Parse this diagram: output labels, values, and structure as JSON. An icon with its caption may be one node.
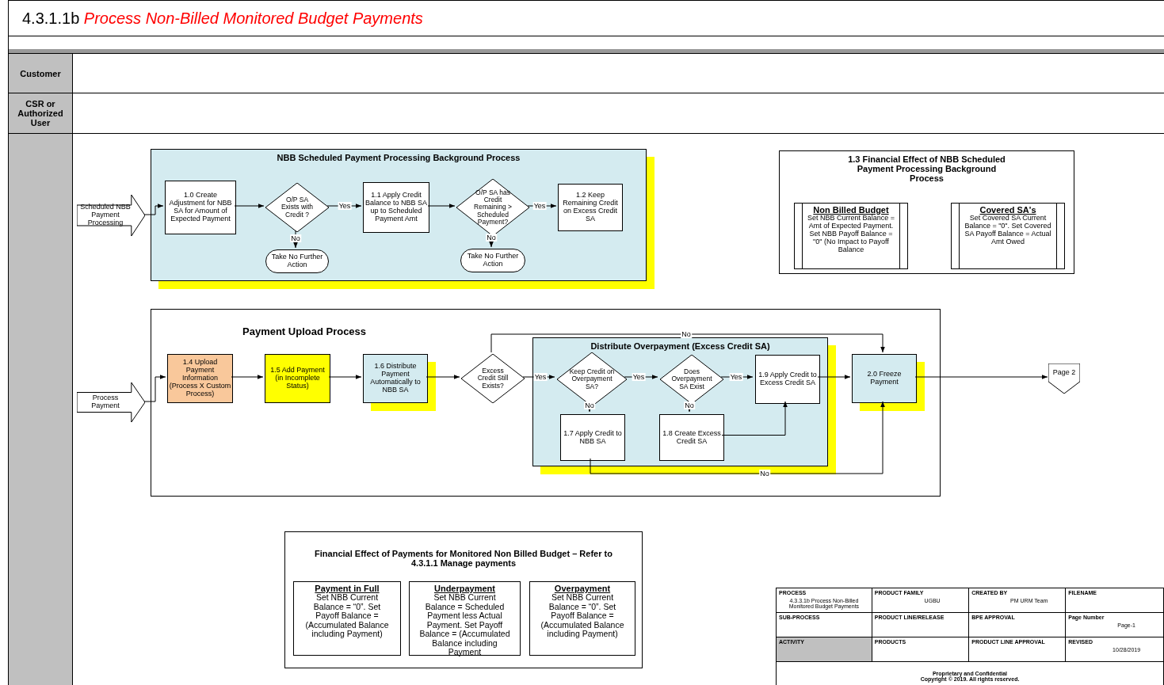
{
  "diagram": {
    "title": "4.3.1.1b *Process Non-Billed Monitored Budget Payments*",
    "nodes": [
      {
        "text": [
          "Customer"
        ]
      },
      {
        "text": [
          "CSR or Authorized User"
        ]
      },
      {
        "text": [],
        "shape": "box"
      },
      {
        "text": [
          "NBB Scheduled Payment Processing Background Process"
        ],
        "in": 2
      },
      {
        "text": [
          "Scheduled NBB Payment Processing"
        ],
        "in": 2
      },
      {
        "text": [
          "1.0 Create Adjustment for NBB SA for Amount of Expected Payment"
        ],
        "in": 3
      },
      {
        "text": [
          "O/P SA Exists with Credit ?"
        ],
        "in": 3
      },
      {
        "text": [
          "1.1 Apply Credit Balance to NBB SA up to Scheduled Payment Amt"
        ],
        "in": 3
      },
      {
        "text": [
          "O/P SA has Credit Remaining > Scheduled Payment?"
        ],
        "in": 3
      },
      {
        "text": [
          "1.2 Keep Remaining Credit on Excess Credit SA"
        ],
        "in": 3
      },
      {
        "text": [
          "Take No Further Action"
        ],
        "in": 3
      },
      {
        "text": [
          "Take No Further Action"
        ],
        "in": 3
      },
      {
        "text": [
          "1.3 Financial Effect of NBB Scheduled Payment Processing Background Process"
        ],
        "in": 2
      },
      {
        "text": [
          "Non Billed Budget",
          "Set NBB Current Balance = Amt of Expected Payment. Set NBB Payoff Balance = \"0\" (No Impact to Payoff Balance"
        ],
        "in": 12
      },
      {
        "text": [
          "Covered SA's",
          "Set Covered SA Current Balance = \"0\". Set Covered SA Payoff Balance = Actual Amt Owed"
        ],
        "in": 12
      },
      {
        "text": [
          "Payment Upload Process"
        ],
        "in": 2
      },
      {
        "text": [
          "Process Payment"
        ],
        "in": 2
      },
      {
        "text": [
          "1.4 Upload Payment Information (Process X Custom Process)"
        ],
        "in": 15
      },
      {
        "text": [
          "1.5 Add Payment (in Incomplete Status)"
        ],
        "in": 15
      },
      {
        "text": [
          "1.6 Distribute Payment Automatically to NBB SA"
        ],
        "in": 15
      },
      {
        "text": [
          "Excess Credit Still Exists?"
        ],
        "in": 15
      },
      {
        "text": [
          "Distribute Overpayment (Excess Credit SA)"
        ],
        "in": 15
      },
      {
        "text": [
          "Keep Credit on Overpayment SA?"
        ],
        "in": 21
      },
      {
        "text": [
          "Does Overpayment SA Exist"
        ],
        "in": 21
      },
      {
        "text": [
          "1.9 Apply Credit to Excess Credit SA"
        ],
        "in": 21
      },
      {
        "text": [
          "1.7 Apply Credit to NBB SA"
        ],
        "in": 21
      },
      {
        "text": [
          "1.8 Create Excess Credit SA"
        ],
        "in": 21
      },
      {
        "text": [
          "2.0 Freeze Payment"
        ],
        "in": 15
      },
      {
        "text": [
          "Page 2"
        ],
        "in": 2
      },
      {
        "text": [
          "Financial Effect of Payments for Monitored Non Billed Budget – Refer to 4.3.1.1 Manage payments"
        ],
        "in": 2
      },
      {
        "text": [
          "Payment in Full",
          "Set NBB Current Balance = “0”. Set Payoff Balance = (Accumulated Balance including Payment)"
        ],
        "in": 29
      },
      {
        "text": [
          "Underpayment",
          "Set NBB Current Balance = Scheduled Payment less Actual Payment. Set Payoff Balance = (Accumulated Balance including Payment"
        ],
        "in": 29
      },
      {
        "text": [
          "Overpayment",
          "Set NBB Current Balance = “0”. Set Payoff Balance = (Accumulated Balance including Payment)"
        ],
        "in": 29
      }
    ],
    "edges": [
      {
        "from": 4,
        "to": 5,
        "arrow": "to"
      },
      {
        "from": 5,
        "to": 6,
        "arrow": "to"
      },
      {
        "from": 6,
        "to": 7,
        "arrow": "to",
        "label": "Yes"
      },
      {
        "from": 6,
        "to": 10,
        "arrow": "to",
        "label": "No"
      },
      {
        "from": 7,
        "to": 8,
        "arrow": "to"
      },
      {
        "from": 8,
        "to": 9,
        "arrow": "to",
        "label": "Yes"
      },
      {
        "from": 8,
        "to": 11,
        "arrow": "to",
        "label": "No"
      },
      {
        "from": 16,
        "to": 17,
        "arrow": "to"
      },
      {
        "from": 17,
        "to": 18,
        "arrow": "to"
      },
      {
        "from": 18,
        "to": 19,
        "arrow": "to"
      },
      {
        "from": 19,
        "to": 20,
        "arrow": "to"
      },
      {
        "from": 20,
        "to": 22,
        "arrow": "to",
        "label": "Yes"
      },
      {
        "from": 20,
        "to": 27,
        "arrow": "to",
        "label": "No"
      },
      {
        "from": 22,
        "to": 23,
        "arrow": "to",
        "label": "Yes"
      },
      {
        "from": 22,
        "to": 25,
        "arrow": "to",
        "label": "No"
      },
      {
        "from": 23,
        "to": 24,
        "arrow": "to",
        "label": "Yes"
      },
      {
        "from": 23,
        "to": 26,
        "arrow": "to",
        "label": "No"
      },
      {
        "from": 26,
        "to": 24,
        "arrow": "to"
      },
      {
        "from": 24,
        "to": 27,
        "arrow": "to"
      },
      {
        "from": 25,
        "to": 27,
        "arrow": "to",
        "label": "No"
      },
      {
        "from": 27,
        "to": 28,
        "arrow": "to"
      }
    ],
    "labels": [
      "PROCESS",
      "4.3.3.1b Process Non-Billed Monitored Budget Payments",
      "PRODUCT FAMILY",
      "UGBU",
      "CREATED BY",
      "PM URM Team",
      "FILENAME",
      "SUB-PROCESS",
      "PRODUCT LINE/RELEASE",
      "BPE APPROVAL",
      "Page Number",
      "Page-1",
      "ACTIVITY",
      "PRODUCTS",
      "PRODUCT LINE APPROVAL",
      "REVISED",
      "10/28/2019",
      "Proprietary and Confidential",
      "Copyright © 2019. All rights reserved."
    ]
  }
}
